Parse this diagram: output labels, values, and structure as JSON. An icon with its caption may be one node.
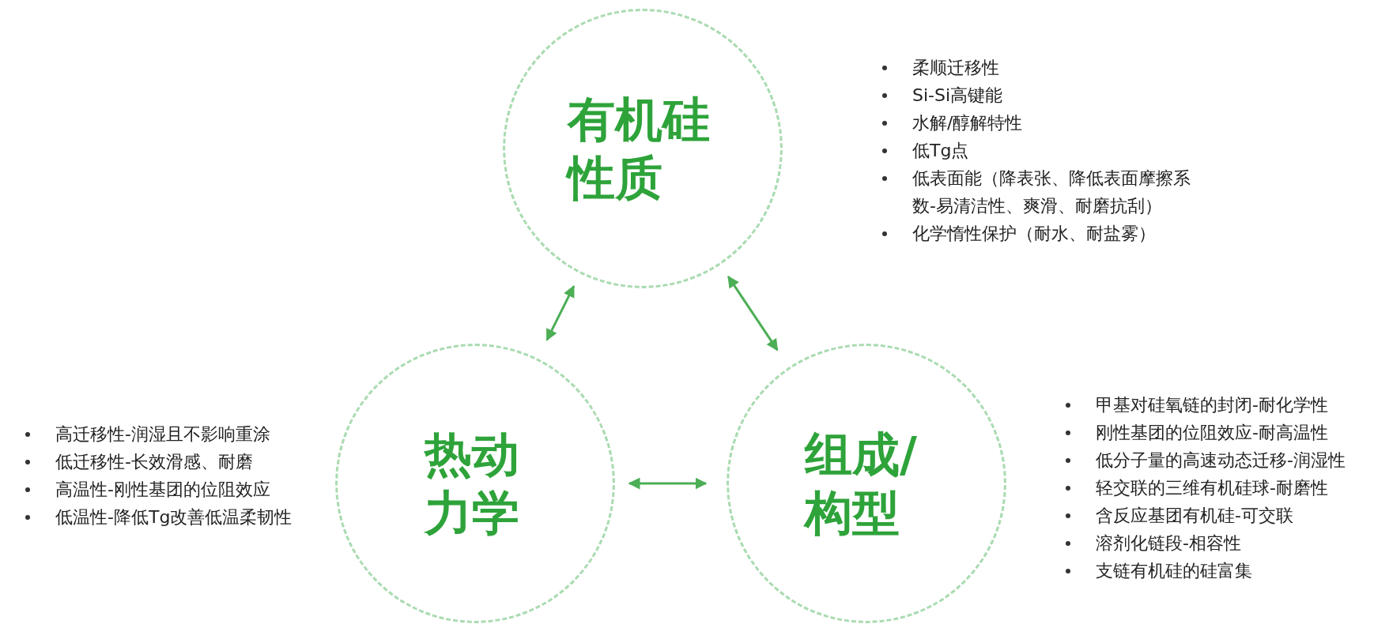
{
  "diagram": {
    "nodes": [
      {
        "text": [
          "有机硅性质"
        ],
        "beside": [
          "柔顺迁移性",
          "Si-Si高键能",
          "水解/醇解特性",
          "低Tg点",
          "低表面能（降表张、降低表面摩擦系数-易清洁性、爽滑、耐磨抗刮）",
          "化学惰性保护（耐水、耐盐雾）"
        ]
      },
      {
        "text": [
          "热动力学"
        ],
        "beside": [
          "高迁移性-润湿且不影响重涂",
          "低迁移性-长效滑感、耐磨",
          "高温性-刚性基团的位阻效应",
          "低温性-降低Tg改善低温柔韧性"
        ]
      },
      {
        "text": [
          "组成/构型"
        ],
        "beside": [
          "甲基对硅氧链的封闭-耐化学性",
          "刚性基团的位阻效应-耐高温性",
          "低分子量的高速动态迁移-润湿性",
          "轻交联的三维有机硅球-耐磨性",
          "含反应基团有机硅-可交联",
          "溶剂化链段-相容性",
          "支链有机硅的硅富集"
        ]
      }
    ],
    "edges": [
      {
        "from": 0,
        "to": 1,
        "arrow": "both"
      },
      {
        "from": 0,
        "to": 2,
        "arrow": "both"
      },
      {
        "from": 1,
        "to": 2,
        "arrow": "both"
      }
    ]
  }
}
